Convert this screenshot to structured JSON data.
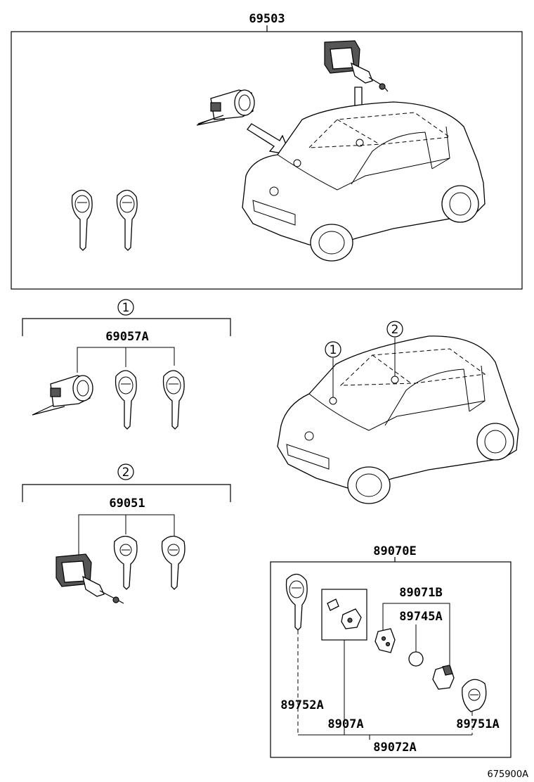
{
  "labels": {
    "main_set": "69503",
    "set1_number": "1",
    "set1_part": "69057A",
    "set2_number": "2",
    "set2_part": "69051",
    "car_callout_1": "1",
    "car_callout_2": "2",
    "key_kit": "89070E",
    "transmitter_case": "89071B",
    "battery": "89745A",
    "blank_key": "89752A",
    "key_plate": "8907A",
    "key_head": "89751A",
    "key_assembly": "89072A",
    "figure_id": "675900A"
  }
}
